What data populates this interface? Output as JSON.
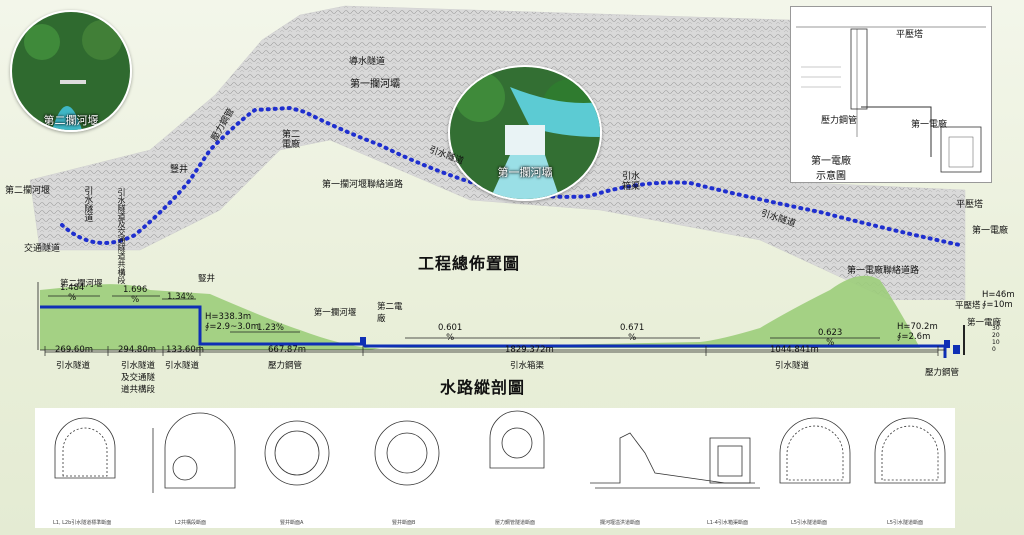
{
  "layout_title": "工程總佈置圖",
  "profile_title": "水路縱剖圖",
  "photos": [
    {
      "caption": "第二攔河堰"
    },
    {
      "caption": "第一攔河壩"
    }
  ],
  "map_labels": {
    "d2": "第二攔河堰",
    "traffic": "交通隧道",
    "tunnel1": "引水隧道",
    "tunnel_shared": "引水隧道及交通隧道共構段",
    "shaft": "豎井",
    "penstock": "壓力鋼管",
    "plant2": "第二電廠",
    "diversion": "導水隧道",
    "dam1": "第一攔河壩",
    "link_road": "第一攔河堰聯絡道路",
    "tunnel2": "引水隧道",
    "channel": "引水箱渠",
    "tunnel3": "引水隧道",
    "surge": "平壓塔",
    "plant1": "第一電廠",
    "plant1_road": "第一電廠聯絡道路"
  },
  "inset": {
    "surge": "平壓塔",
    "penstock": "壓力鋼管",
    "plant1": "第一電廠",
    "caption": "第一電廠示意圖"
  },
  "profile": {
    "labels": {
      "dam2": "第二攔河堰",
      "shaft": "豎井",
      "dam1": "第一攔河堰",
      "plant2": "第二電廠",
      "surge": "平壓塔",
      "surge_dims": "H=46m\n∮=10m",
      "plant1": "第一電廠",
      "penstock_bottom": "壓力鋼管"
    },
    "slopes": [
      "1.484\n%",
      "1.696\n%",
      "1.34%",
      "1.23%",
      "0.601\n%",
      "0.671\n%",
      "0.623\n%"
    ],
    "shaft_dims": "H=338.3m\n∮=2.9~3.0m",
    "penstock_dims": "H=70.2m\n∮=2.6m",
    "segments": [
      {
        "length": "269.60m",
        "name": "引水隧道"
      },
      {
        "length": "294.80m",
        "name": "引水隧道及交通隧道共構段"
      },
      {
        "length": "133.60m",
        "name": "引水隧道"
      },
      {
        "length": "667.87m",
        "name": "壓力鋼管"
      },
      {
        "length": "1829.372m",
        "name": "引水箱渠"
      },
      {
        "length": "1044.841m",
        "name": "引水隧道"
      }
    ],
    "scale_ticks": [
      "30",
      "20",
      "10",
      "0"
    ]
  },
  "sections": [
    {
      "caption": "L1, L2b引水隧道標準斷面"
    },
    {
      "caption": "L2共構段斷面"
    },
    {
      "caption": "豎井斷面A"
    },
    {
      "caption": "豎井斷面B"
    },
    {
      "caption": "壓力鋼管隧道斷面"
    },
    {
      "caption": "攔河堰溢洪道斷面"
    },
    {
      "caption": "L1-4引水箱渠斷面"
    },
    {
      "caption": "L5引水隧道斷面"
    },
    {
      "caption": "L5引水隧道斷面"
    }
  ],
  "colors": {
    "route": "#1f2fcf",
    "hill": "#9ccd7a",
    "water": "#0f2fb5"
  }
}
